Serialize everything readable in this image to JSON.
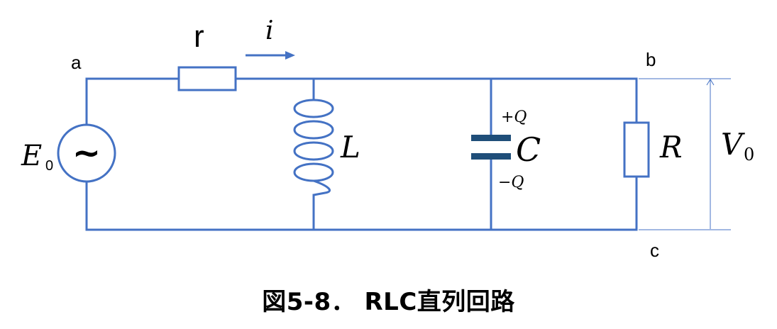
{
  "colors": {
    "wire": "#4472C4",
    "capacitor_plate": "#1F4E79",
    "text": "#000000"
  },
  "nodes": {
    "a": "a",
    "b": "b",
    "c": "c"
  },
  "components": {
    "source": {
      "label": "E",
      "subscript": "0",
      "symbol": "~"
    },
    "internal_resistor": {
      "label": "r"
    },
    "current": {
      "label": "i"
    },
    "inductor": {
      "label": "L"
    },
    "capacitor": {
      "label": "C",
      "plus_charge": "+Q",
      "minus_charge": "−Q"
    },
    "load_resistor": {
      "label": "R"
    },
    "voltage": {
      "label": "V",
      "subscript": "0"
    }
  },
  "caption": "図5-8． RLC直列回路"
}
